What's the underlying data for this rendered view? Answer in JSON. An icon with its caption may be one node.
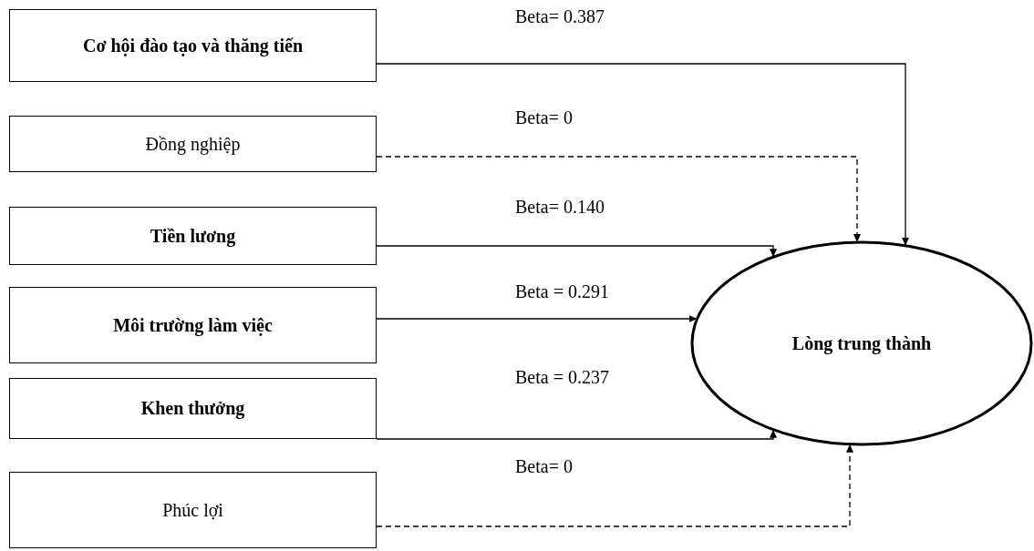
{
  "diagram": {
    "nodes": [
      {
        "text": [
          "Cơ hội đào tạo và thăng tiến"
        ]
      },
      {
        "text": [
          "Đồng nghiệp"
        ]
      },
      {
        "text": [
          "Tiền lương"
        ]
      },
      {
        "text": [
          "Môi trường làm việc"
        ]
      },
      {
        "text": [
          "Khen thưởng"
        ]
      },
      {
        "text": [
          "Phúc lợi"
        ]
      },
      {
        "text": [
          "Lòng trung thành"
        ]
      }
    ],
    "edges": [
      {
        "from": 0,
        "to": 6,
        "arrow": "to",
        "label": "Beta= 0.387"
      },
      {
        "from": 1,
        "to": 6,
        "arrow": "to",
        "label": "Beta= 0",
        "style": "dashed"
      },
      {
        "from": 2,
        "to": 6,
        "arrow": "to",
        "label": "Beta= 0.140"
      },
      {
        "from": 3,
        "to": 6,
        "arrow": "to",
        "label": "Beta = 0.291"
      },
      {
        "from": 4,
        "to": 6,
        "arrow": "to",
        "label": "Beta = 0.237"
      },
      {
        "from": 5,
        "to": 6,
        "arrow": "to",
        "label": "Beta= 0",
        "style": "dashed"
      }
    ]
  }
}
